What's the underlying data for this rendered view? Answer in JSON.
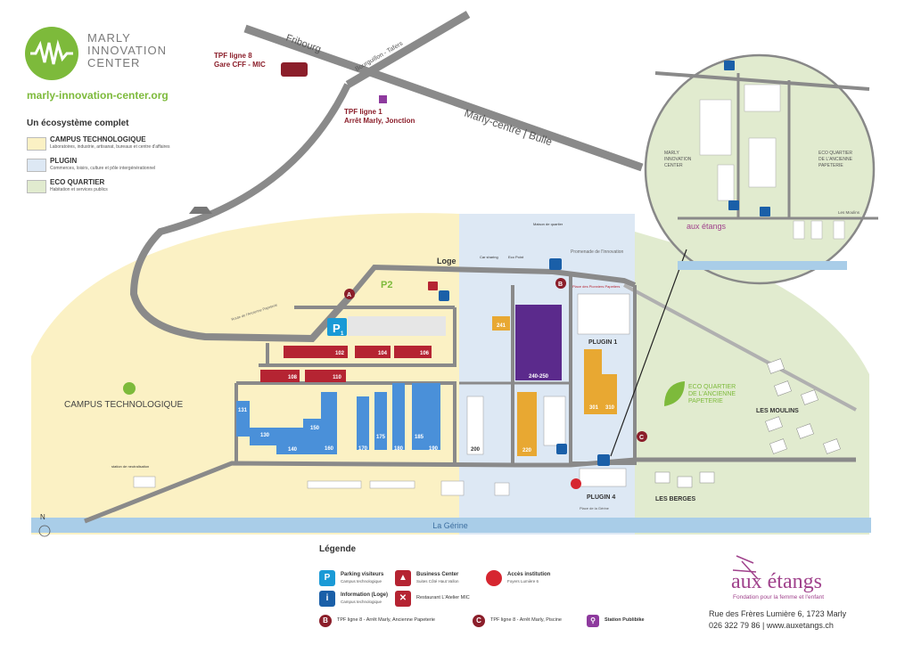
{
  "logo": {
    "name_lines": [
      "MARLY",
      "INNOVATION",
      "CENTER"
    ],
    "url": "marly-innovation-center.org"
  },
  "ecosystem_title": "Un écosystème complet",
  "zones": [
    {
      "name": "CAMPUS TECHNOLOGIQUE",
      "desc": "Laboratoires, industrie, artisanat, bureaux et centre d'affaires",
      "color": "#fbf1c4"
    },
    {
      "name": "PLUGIN",
      "desc": "Commerces, loisirs, culture et pôle intergénérationnel",
      "color": "#dde8f4"
    },
    {
      "name": "ECO QUARTIER",
      "desc": "Habitation et services publics",
      "color": "#e1ebcf"
    }
  ],
  "roads": {
    "fribourg": "Fribourg",
    "bourguillon": "Bourguillon - Tafers",
    "marly_centre": "Marly-centre | Bulle",
    "route_ancienne_papeterie": "Route de l'Ancienne Papeterie",
    "promenade": "Promenade de l'Innovation",
    "river": "La Gérine"
  },
  "transit": {
    "ligne8": [
      "TPF ligne 8",
      "Gare CFF - MIC"
    ],
    "ligne1": [
      "TPF ligne 1",
      "Arrêt Marly, Jonction"
    ]
  },
  "labels": {
    "campus": "CAMPUS TECHNOLOGIQUE",
    "eco_quartier": [
      "ECO QUARTIER",
      "DE L'ANCIENNE",
      "PAPETERIE"
    ],
    "les_moulins": "LES MOULINS",
    "les_berges": "LES BERGES",
    "plugin1": "PLUGIN 1",
    "plugin4": "PLUGIN 4",
    "loge": "Loge",
    "p1": "P",
    "p1_sub": "1",
    "p2": "P2",
    "car_sharing": "Car sharing",
    "eco_point": "Eco Point",
    "maison_quartier": "Maison de quartier",
    "place_pionniers": "Place des Pionniers Papetiers",
    "place_gerine": "Place de la Gérine",
    "station": "station de neutralisation",
    "north": "N"
  },
  "buildings": {
    "red": [
      "102",
      "104",
      "106",
      "108",
      "110"
    ],
    "blue": [
      "131",
      "130",
      "140",
      "150",
      "160",
      "170",
      "175",
      "180",
      "185",
      "190"
    ],
    "other": [
      "200",
      "240-250",
      "241",
      "301",
      "310",
      "220"
    ]
  },
  "stops": [
    "A",
    "B",
    "C"
  ],
  "inset": {
    "marly": [
      "MARLY",
      "INNOVATION",
      "CENTER"
    ],
    "eco": [
      "ECO QUARTIER",
      "DE L'ANCIENNE",
      "PAPETERIE"
    ],
    "les_moulins": "Les Moulins",
    "aux_etangs": "aux étangs"
  },
  "legend": {
    "title": "Légende",
    "items": [
      {
        "title": "Parking visiteurs",
        "sub": "Campus technologique",
        "icon": "P"
      },
      {
        "title": "Information (Loge)",
        "sub": "Campus technologique",
        "icon": "i"
      },
      {
        "title": "Business Center",
        "sub": "Suites Côté Haut Vallon",
        "icon": "bc"
      },
      {
        "title": "Restaurant L'Atelier MIC",
        "sub": "",
        "icon": "r"
      },
      {
        "title": "Accès institution",
        "sub": "Foyers Lumière 6",
        "icon": "dot"
      },
      {
        "title": "TPF ligne 8 - Arrêt Marly, Ancienne Papeterie",
        "icon": "B"
      },
      {
        "title": "TPF ligne 8 - Arrêt Marly, Piscine",
        "icon": "C"
      },
      {
        "title": "Station Publibike",
        "icon": "bike"
      }
    ]
  },
  "aux_etangs": {
    "brand": "aux étangs",
    "sub": "Fondation pour la femme et l'enfant",
    "address": "Rue des Frères Lumière 6, 1723 Marly",
    "phone": "026 322 79 86 | www.auxetangs.ch"
  },
  "colors": {
    "accent": "#7dba3b",
    "purple": "#a0428c",
    "road": "#8a8a8a",
    "red_building": "#b52432",
    "blue_building": "#4a90d9",
    "orange_building": "#e8a832",
    "violet_building": "#5b2a8c"
  }
}
